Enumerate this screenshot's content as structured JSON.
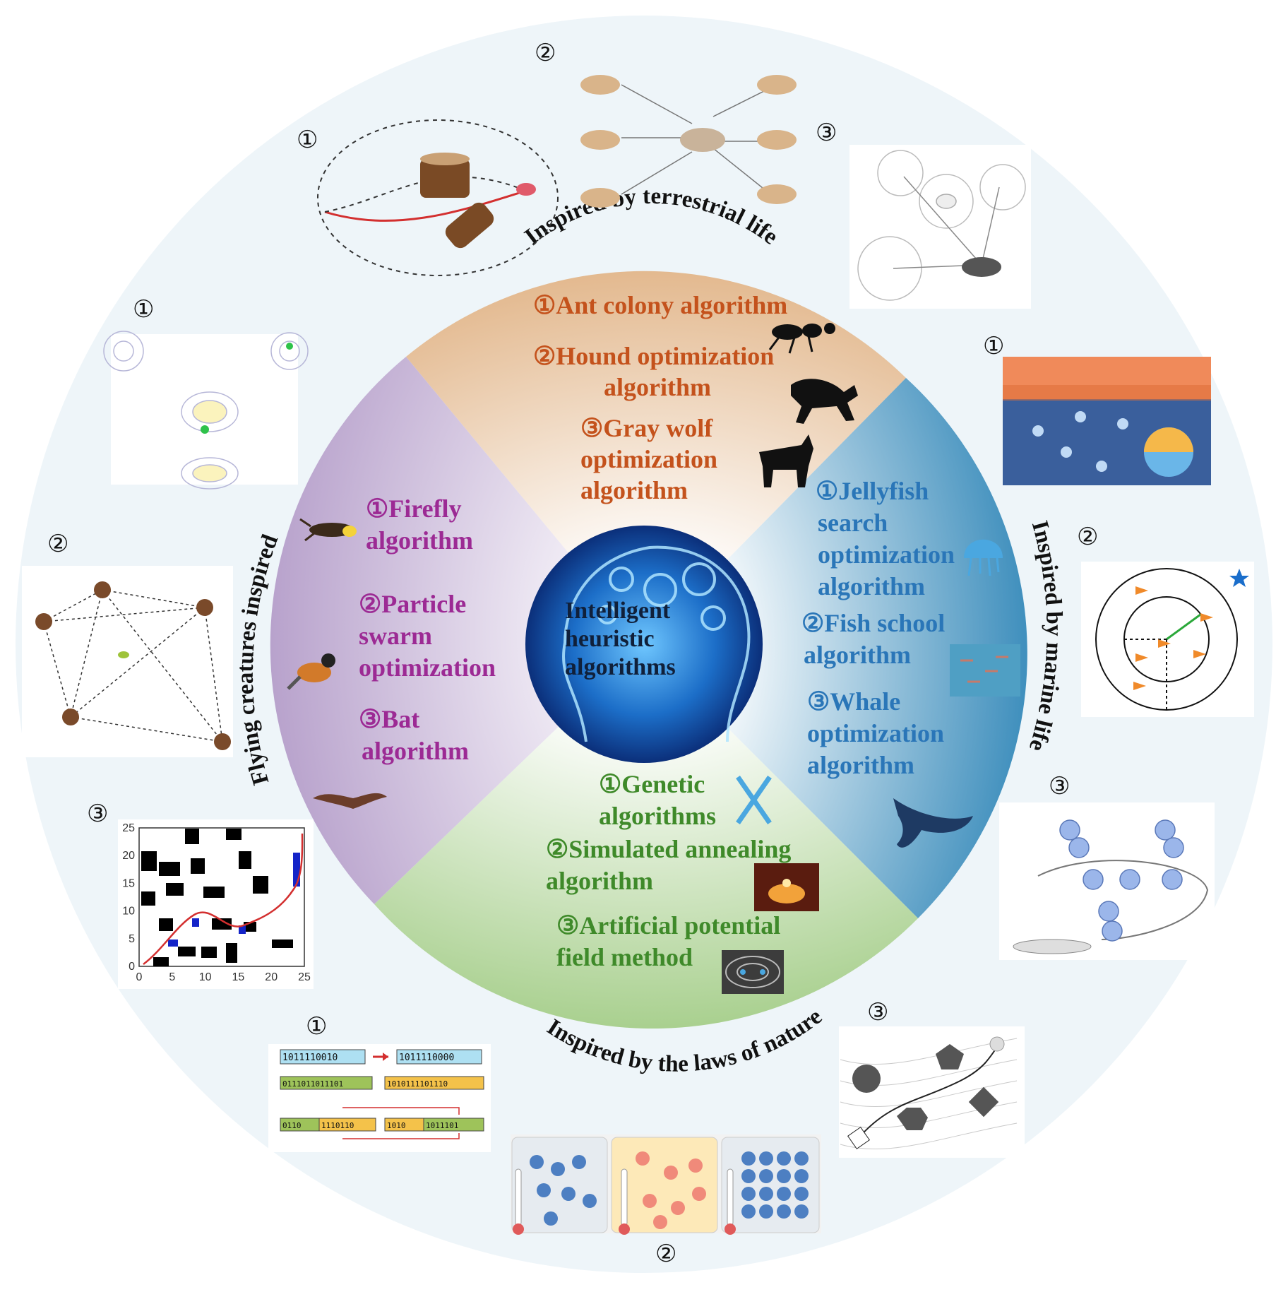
{
  "center": {
    "lines": [
      "Intelligent",
      "heuristic",
      "algorithms"
    ]
  },
  "sections": {
    "terrestrial": {
      "title": "Inspired by terrestrial life",
      "items": [
        "①Ant colony algorithm",
        "②Hound optimization",
        "algorithm",
        "③Gray wolf",
        "optimization",
        "algorithm"
      ]
    },
    "flying": {
      "title": "Flying creatures inspired",
      "items": [
        "①Firefly",
        "algorithm",
        "②Particle",
        "swarm",
        "optimization",
        "③Bat",
        "algorithm"
      ]
    },
    "marine": {
      "title": "Inspired by marine life",
      "items": [
        "①Jellyfish",
        "search",
        "optimization",
        "algorithm",
        "②Fish school",
        "algorithm",
        "③Whale",
        "optimization",
        "algorithm"
      ]
    },
    "nature": {
      "title": "Inspired by the laws of nature",
      "items": [
        "①Genetic",
        "algorithms",
        "②Simulated annealing",
        "algorithm",
        "③Artificial potential",
        "field method"
      ]
    }
  },
  "markers": {
    "one": "①",
    "two": "②",
    "three": "③"
  },
  "grid_ticks": {
    "x": [
      "0",
      "5",
      "10",
      "15",
      "20",
      "25"
    ],
    "y": [
      "25",
      "20",
      "15",
      "10",
      "5",
      "0"
    ]
  },
  "bits": {
    "row1a": "1011110010",
    "row1b": "1011110000",
    "row2a": "0111011011101",
    "row2b": "1010111101110",
    "row3a": "0110",
    "row3b": "1110110",
    "row3c": "1010",
    "row3d": "1011101"
  },
  "colors": {
    "terrestrial": "#c4521c",
    "flying": "#9c2a94",
    "marine": "#2a76b8",
    "nature": "#3f8a2a",
    "outer_ring": "#eef5f9",
    "center_blue": "#1d5fb8"
  }
}
